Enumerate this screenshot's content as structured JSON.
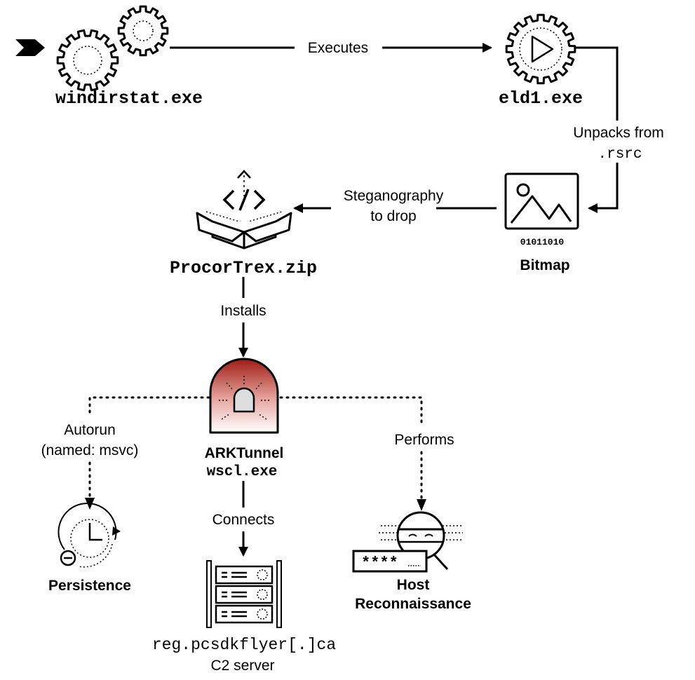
{
  "nodes": {
    "windirstat": {
      "label": "windirstat.exe"
    },
    "eld1": {
      "label": "eld1.exe"
    },
    "bitmap": {
      "label": "Bitmap",
      "binary": "01011010"
    },
    "procortrex": {
      "label": "ProcorTrex.zip"
    },
    "arktunnel": {
      "label": "ARKTunnel",
      "sublabel": "wscl.exe"
    },
    "persistence": {
      "label": "Persistence"
    },
    "c2": {
      "label": "reg.pcsdkflyer[.]ca",
      "sublabel": "C2 server"
    },
    "recon": {
      "label_line1": "Host",
      "label_line2": "Reconnaissance",
      "password": "****"
    }
  },
  "edges": {
    "executes": "Executes",
    "unpacks_line1": "Unpacks from",
    "unpacks_line2": ".rsrc",
    "stego_line1": "Steganography",
    "stego_line2": "to drop",
    "installs": "Installs",
    "autorun_line1": "Autorun",
    "autorun_line2": "(named: msvc)",
    "connects": "Connects",
    "performs": "Performs"
  },
  "colors": {
    "ink": "#000000",
    "alarm_red": "#9e1b14",
    "alarm_fade": "#ffffff"
  },
  "icons": [
    "start-chevron-icon",
    "gears-icon",
    "gear-play-icon",
    "image-icon",
    "code-box-icon",
    "alarm-light-icon",
    "clock-minus-icon",
    "server-rack-icon",
    "spy-icon"
  ]
}
